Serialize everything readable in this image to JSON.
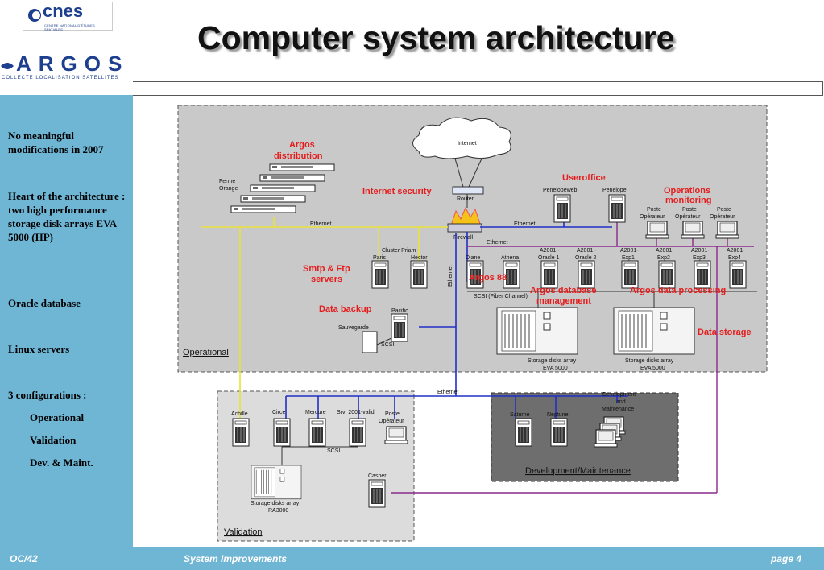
{
  "header": {
    "title": "Computer system architecture",
    "logo_cnes": "cnes",
    "logo_cnes_sub": "CENTRE NATIONAL D'ÉTUDES SPATIALES",
    "logo_argos": "ARGOS",
    "logo_argos_sub": "COLLECTE LOCALISATION SATELLITES"
  },
  "sidebar": {
    "p1": "No meaningful modifications in 2007",
    "p2": "Heart of the architecture : two high performance storage disk arrays EVA 5000 (HP)",
    "p3": "Oracle database",
    "p4": "Linux servers",
    "p5": "3 configurations :",
    "configs": [
      "Operational",
      "Validation",
      "Dev. & Maint."
    ]
  },
  "footer": {
    "left": "OC/42",
    "center": "System Improvements",
    "right": "page 4"
  },
  "diagram": {
    "internet": "Internet",
    "router": "Router",
    "firewall": "Firewall",
    "ethernet": "Ethernet",
    "scsi_fc": "SCSI (Fiber Channel)",
    "scsi": "SCSI",
    "ferme1": "Ferme",
    "ferme2": "Orange",
    "cluster": "Cluster Priam",
    "paris": "Paris",
    "hector": "Hector",
    "diane": "Diane",
    "athena": "Athena",
    "a_oracle1": [
      "A2001 -",
      "Oracle 1"
    ],
    "a_oracle2": [
      "A2001 -",
      "Oracle 2"
    ],
    "a_exp1": [
      "A2001-",
      "Exp1"
    ],
    "a_exp2": [
      "A2001-",
      "Exp2"
    ],
    "a_exp3": [
      "A2001-",
      "Exp3"
    ],
    "a_exp4": [
      "A2001-",
      "Exp4"
    ],
    "penelopeweb": "Penelopeweb",
    "penelope": "Penelope",
    "poste": [
      "Poste",
      "Opérateur"
    ],
    "pacific": "Pacific",
    "sauvegarde": "Sauvegarde",
    "storage_eva": [
      "Storage disks array",
      "EVA 5000"
    ],
    "achille": "Achille",
    "circe": "Circe",
    "mercure": "Mercure",
    "srv": "Srv_2001-valid",
    "storage_ra": [
      "Storage disks array",
      "RA3000"
    ],
    "casper": "Casper",
    "saturne": "Saturne",
    "neptune": "Neptune",
    "devmaint": [
      "Development",
      "and",
      "Maintenance"
    ],
    "red": {
      "argos_dist": [
        "Argos",
        "distribution"
      ],
      "internet_sec": "Internet security",
      "useroffice": "Useroffice",
      "ops_mon": [
        "Operations",
        "monitoring"
      ],
      "smtp": [
        "Smtp & Ftp",
        "servers"
      ],
      "argos88": "Argos 88",
      "db_mgmt": [
        "Argos database",
        "management"
      ],
      "data_proc": "Argos data processing",
      "data_backup": "Data backup",
      "data_storage": "Data storage"
    },
    "zones": {
      "operational": "Operational",
      "validation": "Validation",
      "devmaint": "Development/Maintenance"
    },
    "colors": {
      "ethernet_yellow": "#e8e23a",
      "ethernet_blue": "#2030c8",
      "link_purple": "#8a2a8a",
      "accent_red": "#e51c1c"
    }
  }
}
